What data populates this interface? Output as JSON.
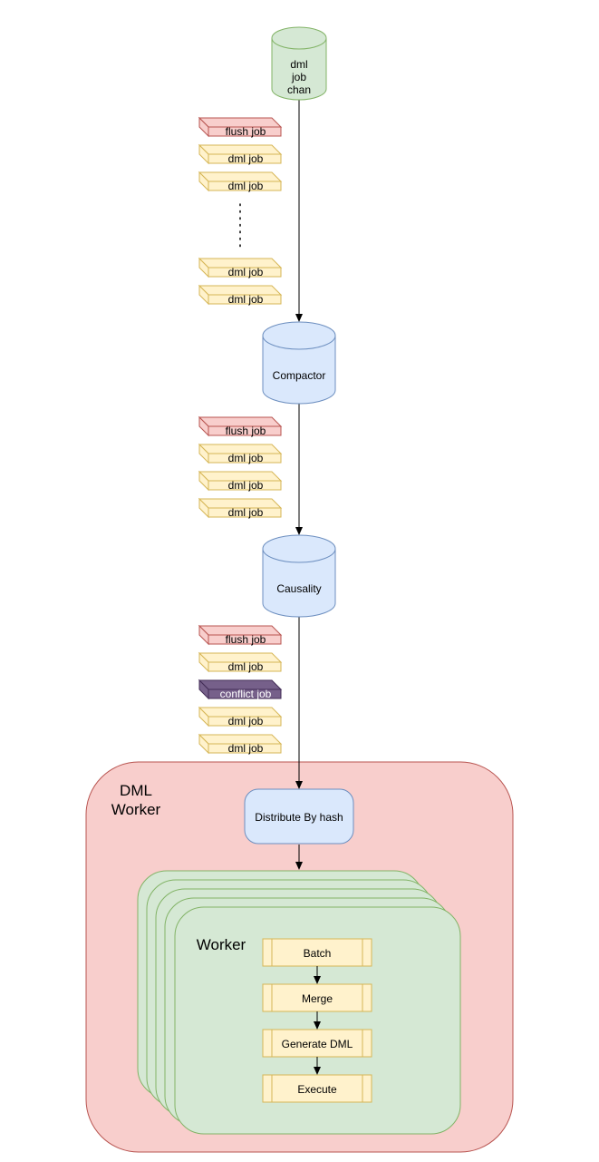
{
  "colors": {
    "db_green_fill": "#d5e8d4",
    "db_green_stroke": "#82b366",
    "db_blue_fill": "#dae8fc",
    "db_blue_stroke": "#6c8ebf",
    "flush_fill": "#f8cecc",
    "flush_stroke": "#b85450",
    "dml_fill": "#fff2cc",
    "dml_stroke": "#d6b656",
    "conflict_fill": "#76608a",
    "conflict_stroke": "#432d57",
    "worker_outer_fill": "#f8cecc",
    "worker_outer_stroke": "#b85450",
    "worker_inner_fill": "#d5e8d4",
    "worker_inner_stroke": "#82b366",
    "arrow": "#000000"
  },
  "source": {
    "label_lines": [
      "dml",
      "job",
      "chan"
    ]
  },
  "queues": [
    {
      "jobs": [
        {
          "kind": "flush",
          "label": "flush job"
        },
        {
          "kind": "dml",
          "label": "dml job"
        },
        {
          "kind": "dml",
          "label": "dml job"
        },
        {
          "kind": "ellipsis",
          "label": ""
        },
        {
          "kind": "dml",
          "label": "dml job"
        },
        {
          "kind": "dml",
          "label": "dml job"
        }
      ]
    },
    {
      "jobs": [
        {
          "kind": "flush",
          "label": "flush job"
        },
        {
          "kind": "dml",
          "label": "dml job"
        },
        {
          "kind": "dml",
          "label": "dml job"
        },
        {
          "kind": "dml",
          "label": "dml job"
        }
      ]
    },
    {
      "jobs": [
        {
          "kind": "flush",
          "label": "flush job"
        },
        {
          "kind": "dml",
          "label": "dml job"
        },
        {
          "kind": "conflict",
          "label": "conflict job"
        },
        {
          "kind": "dml",
          "label": "dml job"
        },
        {
          "kind": "dml",
          "label": "dml job"
        }
      ]
    }
  ],
  "compactor": {
    "label": "Compactor"
  },
  "causality": {
    "label": "Causality"
  },
  "dml_worker": {
    "title_lines": [
      "DML",
      "Worker"
    ],
    "distribute": {
      "label": "Distribute By hash"
    },
    "worker": {
      "title": "Worker",
      "steps": [
        "Batch",
        "Merge",
        "Generate DML",
        "Execute"
      ]
    }
  }
}
